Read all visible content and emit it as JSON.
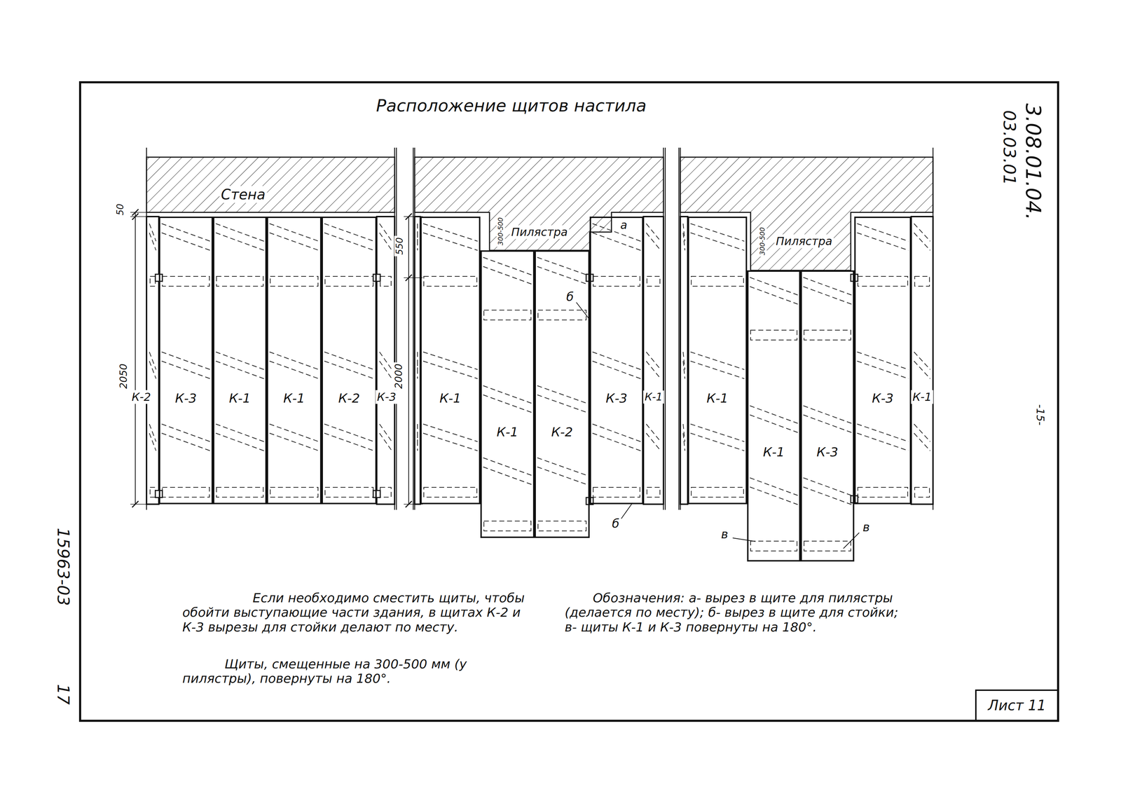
{
  "diagram": {
    "title": "Расположение щитов настила",
    "nodes": [
      {
        "text": [
          "К-3"
        ]
      },
      {
        "text": [
          "К-1"
        ]
      },
      {
        "text": [
          "К-1"
        ]
      },
      {
        "text": [
          "К-2"
        ]
      },
      {
        "text": [
          "К-1"
        ]
      },
      {
        "text": [
          "К-1"
        ]
      },
      {
        "text": [
          "К-2"
        ]
      },
      {
        "text": [
          "К-3"
        ]
      },
      {
        "text": [
          "К-1"
        ]
      },
      {
        "text": [
          "К-1"
        ]
      },
      {
        "text": [
          "К-3"
        ]
      },
      {
        "text": [
          "К-3"
        ]
      }
    ],
    "labels": [
      "Стена",
      "Пилястра",
      "Пилястра",
      "50",
      "550",
      "2050",
      "2000",
      "300-500",
      "300-500",
      "а",
      "б",
      "б",
      "в",
      "в",
      "К-2",
      "К-3",
      "К-1",
      "К-1",
      "3.08.01.04.",
      "03.03.01",
      "-15-",
      "15963-03",
      "17",
      "Лист 11",
      "Если необходимо сместить щиты, чтобы обойти выступающие части здания, в щитах К-2 и К-3 вырезы для стойки делают по месту.",
      "Щиты, смещенные на 300-500 мм (у пилястры), повернуты на 180°.",
      "Обозначения: а- вырез в щите для пилястры (делается по месту); б- вырез в щите для стойки; в- щиты К-1 и К-3 повернуты на 180°."
    ]
  }
}
